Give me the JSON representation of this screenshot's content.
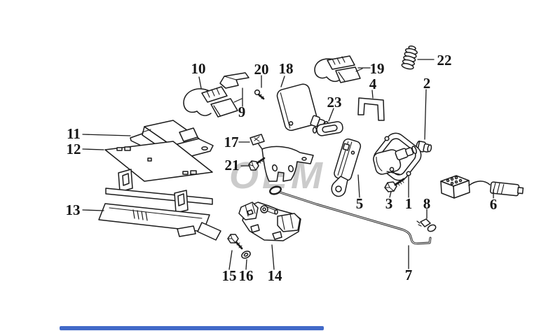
{
  "diagram": {
    "watermark_text": "OEM",
    "background_color": "#ffffff",
    "line_color": "#1b1b1b",
    "watermark_color": "#cbcbcb"
  },
  "scrollbar": {
    "thumb_color": "#4169c8"
  },
  "callouts": {
    "c1": {
      "label": "1"
    },
    "c2": {
      "label": "2"
    },
    "c3": {
      "label": "3"
    },
    "c4": {
      "label": "4"
    },
    "c5": {
      "label": "5"
    },
    "c6": {
      "label": "6"
    },
    "c7": {
      "label": "7"
    },
    "c8": {
      "label": "8"
    },
    "c9": {
      "label": "9"
    },
    "c10": {
      "label": "10"
    },
    "c11": {
      "label": "11"
    },
    "c12": {
      "label": "12"
    },
    "c13": {
      "label": "13"
    },
    "c14": {
      "label": "14"
    },
    "c15": {
      "label": "15"
    },
    "c16": {
      "label": "16"
    },
    "c17": {
      "label": "17"
    },
    "c18": {
      "label": "18"
    },
    "c19": {
      "label": "19"
    },
    "c20": {
      "label": "20"
    },
    "c21": {
      "label": "21"
    },
    "c22": {
      "label": "22"
    },
    "c23": {
      "label": "23"
    }
  }
}
